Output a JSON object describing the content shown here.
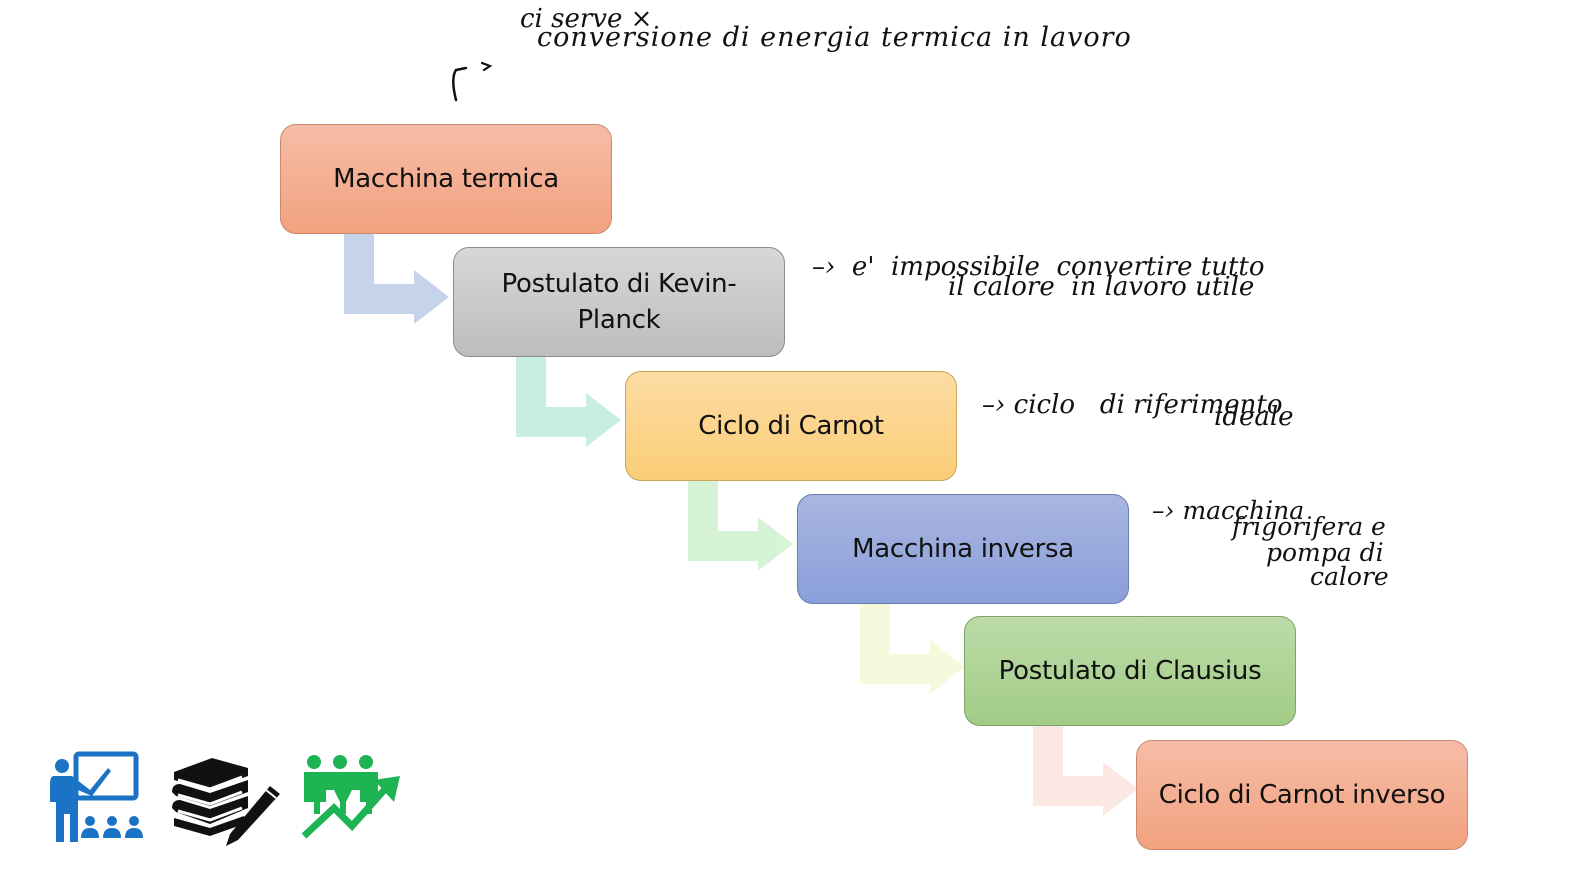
{
  "diagram": {
    "type": "step-down-process",
    "steps": [
      {
        "label": "Macchina termica",
        "color": "#f4ae91",
        "connector_color": "#c5d3eb"
      },
      {
        "label": "Postulato di Kevin-\nPlanck",
        "color": "#cacaca",
        "connector_color": "#c8eee1"
      },
      {
        "label": "Ciclo di Carnot",
        "color": "#fcd48c",
        "connector_color": "#d7f3d6"
      },
      {
        "label": "Macchina inversa",
        "color": "#98aadd",
        "connector_color": "#f7f9dc"
      },
      {
        "label": "Postulato di Clausius",
        "color": "#acd394",
        "connector_color": "#fbe8e3"
      },
      {
        "label": "Ciclo di Carnot inverso",
        "color": "#f4ae91"
      }
    ]
  },
  "annotations": {
    "top_line1": "ci serve ×",
    "top_line2": "conversione di energia termica in lavoro",
    "kevin_planck_line1": "–›  e'  impossibile  convertire tutto",
    "kevin_planck_line2": "il calore  in lavoro utile",
    "carnot_line1": "–› ciclo   di riferimento",
    "carnot_line2": "ideale",
    "inversa_line1": "–› macchina",
    "inversa_line2": "frigorifera e",
    "inversa_line3": "pompa di",
    "inversa_line4": "calore"
  },
  "icons": [
    {
      "name": "teacher-presentation-icon",
      "color": "#1a73c5"
    },
    {
      "name": "books-pencil-icon",
      "color": "#111111"
    },
    {
      "name": "group-growth-icon",
      "color": "#1eb454"
    }
  ]
}
